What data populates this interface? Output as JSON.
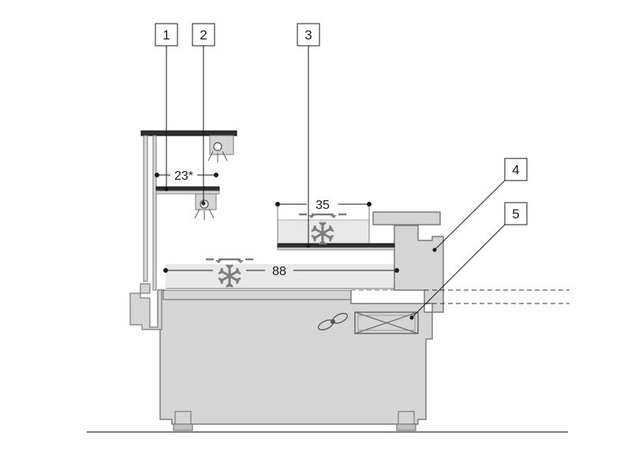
{
  "callouts": [
    {
      "id": "1",
      "text": "1"
    },
    {
      "id": "2",
      "text": "2"
    },
    {
      "id": "3",
      "text": "3"
    },
    {
      "id": "4",
      "text": "4"
    },
    {
      "id": "5",
      "text": "5"
    }
  ],
  "dimensions": {
    "upper_shelf": "23*",
    "top_shelf": "35",
    "base_well": "88"
  },
  "colors": {
    "body_fill": "#d5d5d5",
    "body_stroke": "#7a7a7a",
    "shelf_fill": "#3a3a3a",
    "snowflake": "#7d7d7d",
    "line": "#1a1a1a"
  },
  "icons": [
    "lamp-icon",
    "snowflake-icon",
    "fan-icon",
    "evaporator-box-icon"
  ]
}
